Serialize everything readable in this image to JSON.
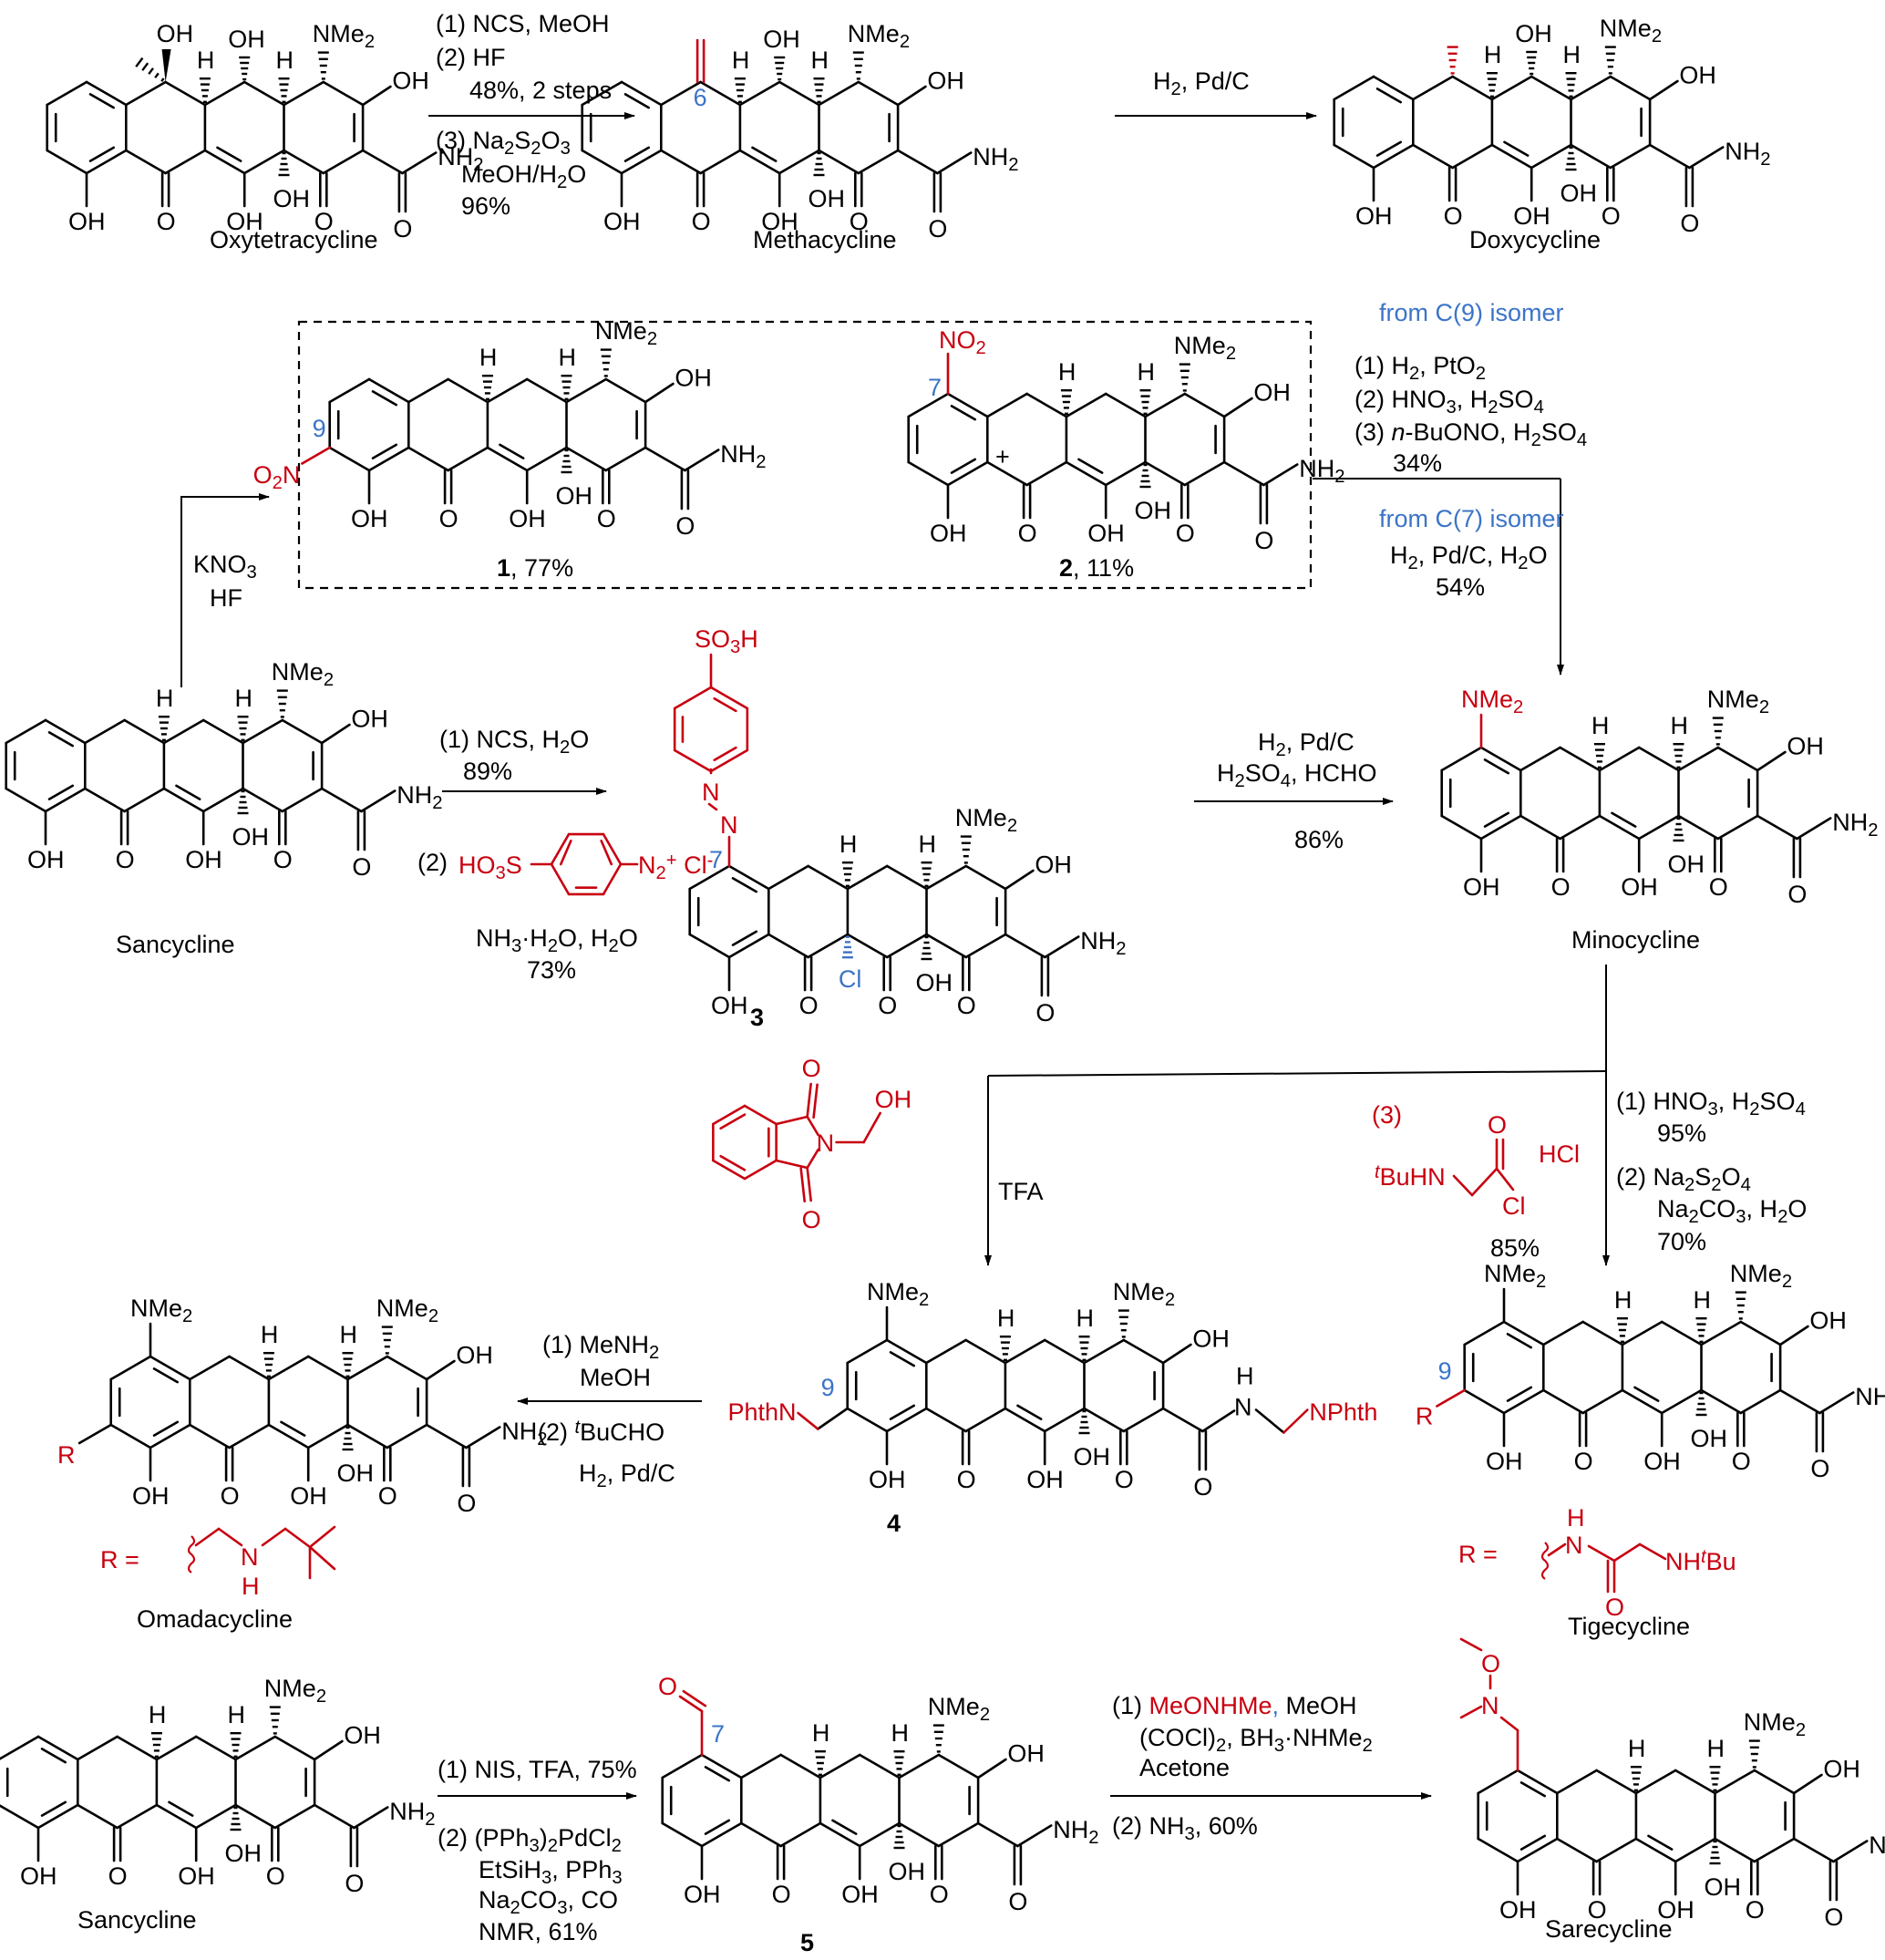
{
  "colors": {
    "bond": "#000000",
    "highlight_red": "#c8000f",
    "annotation_blue": "#3b74c8"
  },
  "compounds": {
    "oxytetracycline": {
      "name": "Oxytetracycline"
    },
    "methacycline": {
      "name": "Methacycline",
      "position_label": "6"
    },
    "doxycycline": {
      "name": "Doxycycline"
    },
    "cmpd1": {
      "number": "1",
      "yield": ", 77%",
      "position_label": "9",
      "substituent": "O2N"
    },
    "cmpd2": {
      "number": "2",
      "yield": ", 11%",
      "position_label": "7",
      "substituent": "NO2"
    },
    "sancycline_mid": {
      "name": "Sancycline"
    },
    "cmpd3": {
      "number": "3",
      "position_label": "7",
      "chloro": "Cl",
      "top_group": "SO3H"
    },
    "minocycline": {
      "name": "Minocycline"
    },
    "omadacycline": {
      "name": "Omadacycline",
      "r_def": "R ="
    },
    "cmpd4": {
      "number": "4",
      "position_label": "9",
      "left_group": "PhthN",
      "right_group": "NPhth"
    },
    "tigecycline": {
      "name": "Tigecycline",
      "position_label": "9",
      "r_def": "R =",
      "r_tail": "NHtBu"
    },
    "sancycline_bottom": {
      "name": "Sancycline"
    },
    "cmpd5": {
      "number": "5",
      "position_label": "7"
    },
    "sarecycline": {
      "name": "Sarecycline"
    }
  },
  "common_labels": {
    "OH": "OH",
    "O": "O",
    "H": "H",
    "NMe2": "NMe",
    "NH2": "NH",
    "sub2": "2",
    "R": "R",
    "N": "N"
  },
  "reactions": {
    "oxy_to_metha": {
      "lines": [
        "(1) NCS, MeOH",
        "(2) HF",
        "48%, 2 steps",
        "(3) Na2S2O3",
        "MeOH/H2O",
        "96%"
      ]
    },
    "metha_to_doxy": {
      "lines": [
        "H2, Pd/C"
      ]
    },
    "sancycline_nitration": {
      "lines": [
        "KNO3",
        "HF"
      ]
    },
    "c9_route": {
      "header": "from C(9) isomer",
      "lines": [
        "(1) H2, PtO2",
        "(2) HNO3, H2SO4",
        "(3) n-BuONO, H2SO4",
        "34%"
      ]
    },
    "c7_route": {
      "header": "from C(7) isomer",
      "lines": [
        "H2, Pd/C, H2O",
        "54%"
      ]
    },
    "sancycline_to_3": {
      "lines": [
        "(1) NCS, H2O",
        "89%",
        "(2)",
        "HO3S",
        "N2+ Cl-",
        "NH3·H2O, H2O",
        "73%"
      ]
    },
    "cmpd3_to_mino": {
      "lines": [
        "H2, Pd/C",
        "H2SO4, HCHO",
        "86%"
      ]
    },
    "mino_to_4": {
      "reagent": "TFA"
    },
    "mino_to_tige": {
      "step3_label": "(3)",
      "step3_reagent": "tBuHN",
      "step3_extra": "HCl",
      "step3_yield": "85%",
      "lines": [
        "(1) HNO3, H2SO4",
        "95%",
        "(2) Na2S2O4",
        "Na2CO3, H2O",
        "70%"
      ]
    },
    "cmpd4_to_omada": {
      "lines": [
        "(1) MeNH2",
        "MeOH",
        "(2) tBuCHO",
        "H2, Pd/C"
      ]
    },
    "sancycline_to_5": {
      "lines": [
        "(1) NIS, TFA, 75%",
        "(2) (PPh3)2PdCl2",
        "EtSiH3, PPh3",
        "Na2CO3, CO",
        "NMR, 61%"
      ]
    },
    "cmpd5_to_sare": {
      "lines": [
        "(1) MeONHMe, MeOH",
        "(COCl)2, BH3·NHMe2",
        "Acetone",
        "(2) NH3, 60%"
      ]
    }
  }
}
